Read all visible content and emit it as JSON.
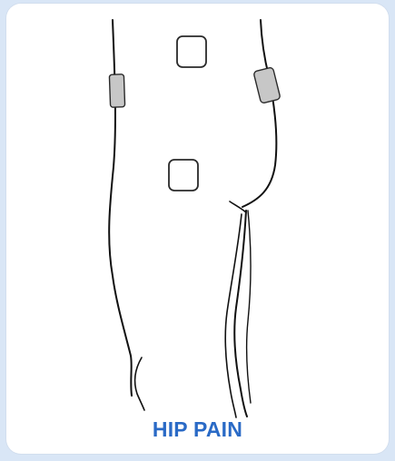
{
  "caption": {
    "text": "HIP PAIN"
  },
  "colors": {
    "background": "#d9e6f6",
    "card": "#ffffff",
    "caption": "#2a6ac6",
    "pad_gray": "#c7c7c7",
    "pad_outline": "#2a2a2a",
    "line": "#111111"
  },
  "illustration": {
    "subject": "hip-and-thigh-outline",
    "electrode_pads": [
      {
        "name": "square-pad-upper",
        "style": "outline"
      },
      {
        "name": "square-pad-lower",
        "style": "outline"
      },
      {
        "name": "side-pad-left",
        "style": "filled"
      },
      {
        "name": "side-pad-right",
        "style": "filled"
      }
    ]
  }
}
